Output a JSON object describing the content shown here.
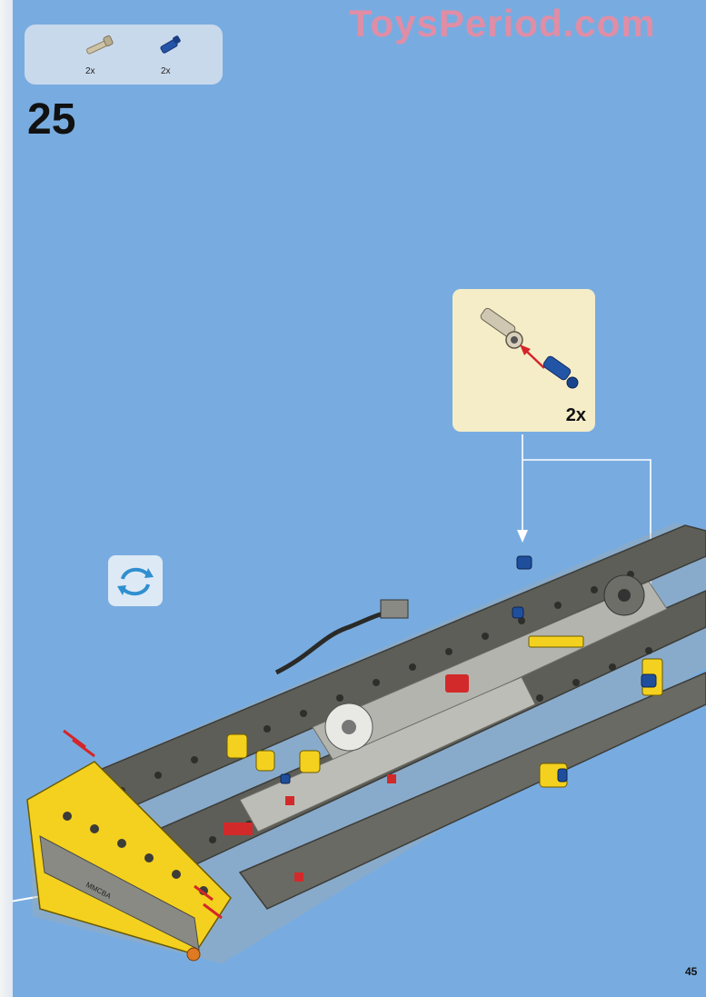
{
  "watermark": "ToysPeriod.com",
  "parts_needed": [
    {
      "name": "tan-axle-pin",
      "qty": "2x"
    },
    {
      "name": "blue-axle-pin",
      "qty": "2x"
    }
  ],
  "step_number": "25",
  "callout": {
    "qty": "2x"
  },
  "rotate_icon": "rotate-model-icon",
  "page_number": "45",
  "colors": {
    "page_blue": "#78ace0",
    "callout_bg": "#f5edc8",
    "parts_bg": "#c9d9ec",
    "lego_yellow": "#f4d11e",
    "lego_dark_gray": "#5e5e58",
    "lego_blue": "#1f4f9c",
    "lego_red": "#d22a2a"
  }
}
